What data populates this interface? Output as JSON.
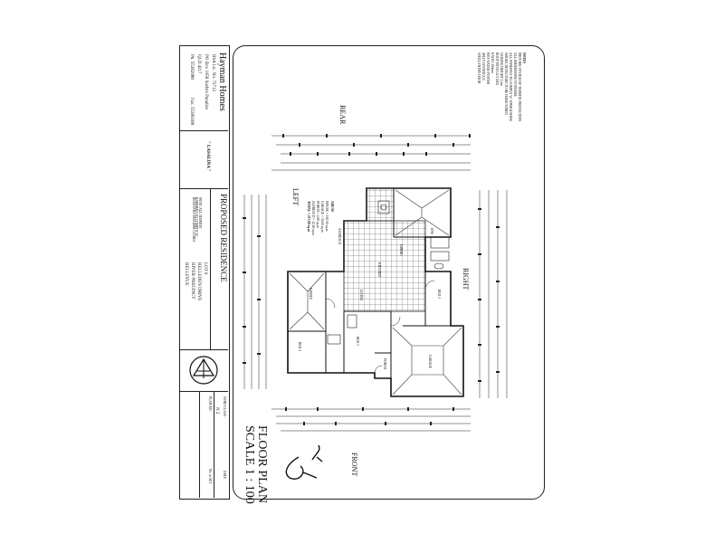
{
  "title_block": {
    "company": "Hayman Homes",
    "licence": "BSA Lic. No. 72712",
    "po_box": "PO Box 1056 Surfers Paradise",
    "state": "QLD 4217",
    "phone": "Ph. 55382988",
    "fax": "Fax. 55380398",
    "design_name": "\" LASALINA \"",
    "project": "PROPOSED RESIDENCE",
    "lot": "LOT 9",
    "street": "BELLEDEN DRIVE",
    "precinct": "RIVER PRECINCT",
    "suburb": "BELLEVUE",
    "note": "NOTE: ALL TERMITE BARRIERS TO COMPLY W/ RELEVANT BUILDING CODES",
    "wind_class_label": "WIND CLASS :",
    "wind_class_value": "N 2",
    "plan_no_label": "PLAN NO :",
    "date_label": "DATE",
    "sheet_label": "No. in SET",
    "drawing_title": "FLOOR PLAN",
    "scale": "SCALE 1 : 100"
  },
  "plan": {
    "rear": "REAR",
    "front": "FRONT",
    "left": "LEFT",
    "right": "RIGHT",
    "rooms": [
      "BED 4",
      "BED 3",
      "BED 2",
      "GARAGE",
      "PORCH",
      "FAMILY",
      "KITCHEN",
      "ENS",
      "LIVING",
      "DINING",
      "ALFRESCO"
    ],
    "area_schedule": {
      "heading": "AREAS",
      "lines": [
        "HOUSE = 165.00 sq.m",
        "GARAGE = 36.00 sq.m",
        "PORCH = 4.80 sq.m",
        "ALFRESCO = 12.00 sq.m",
        "TOTAL = 217.80 sq.m"
      ]
    },
    "notes_heading": "NOTES",
    "notes": [
      "PROVIDE SYSTEM OF TERMITE PROTECTION",
      "ALL DIMENSIONS TO FRAME",
      "ALL WINDOWS TO COMPLY W/ WIND RATING",
      "SMOKE DETECTORS TO BE HARD WIRED",
      "CEILING HEIGHT 2.4m",
      "ROOF PITCH 22.5 DEG",
      "EAVES 450mm",
      "HOT WATER SYSTEM",
      "SPLIT SYSTEM A/C",
      "STEEL ENTRY DOOR"
    ]
  }
}
